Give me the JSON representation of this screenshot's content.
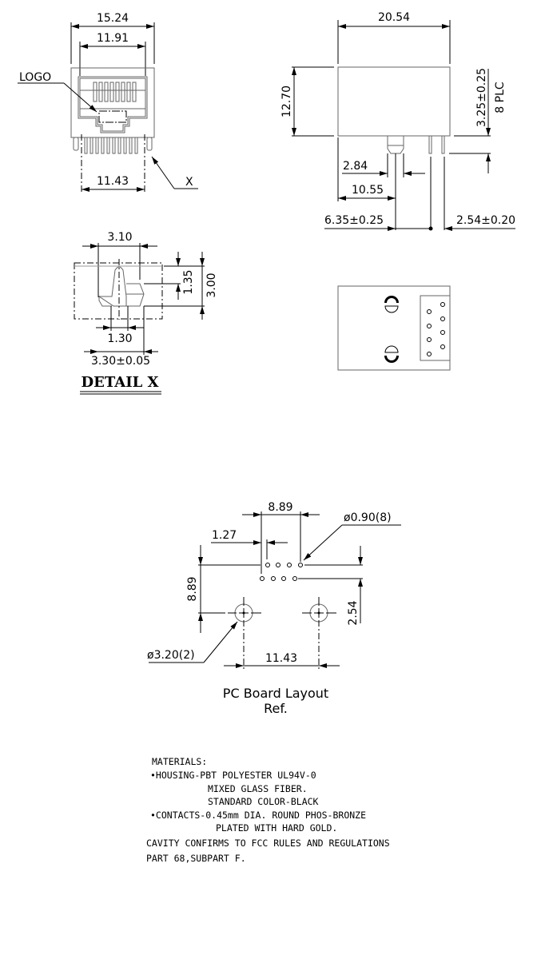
{
  "front_view": {
    "dim_overall_width": "15.24",
    "dim_opening_width": "11.91",
    "dim_pin_span": "11.43",
    "logo_label": "LOGO",
    "detail_callout": "X"
  },
  "side_view": {
    "dim_length": "20.54",
    "dim_height": "12.70",
    "dim_pin_length": "3.25±0.25",
    "dim_pin_length_note": "8 PLC",
    "dim_post_width": "2.84",
    "dim_post_offset": "10.55",
    "dim_post_to_pin": "6.35±0.25",
    "dim_pin_pitch": "2.54±0.20"
  },
  "detail_x": {
    "dim_top_width": "3.10",
    "dim_slot_height": "1.35",
    "dim_overall_height": "3.00",
    "dim_slot_width": "1.30",
    "dim_bottom_width": "3.30±0.05",
    "title": "DETAIL X"
  },
  "pcb_layout": {
    "dim_pin_row_span": "8.89",
    "dim_pin_stagger": "1.27",
    "dim_pin_hole": "ø0.90(8)",
    "dim_vertical_offset": "8.89",
    "dim_row_spacing": "2.54",
    "dim_post_hole": "ø3.20(2)",
    "dim_post_spacing": "11.43",
    "title_line1": "PC Board Layout",
    "title_line2": "Ref."
  },
  "notes": {
    "lines": [
      "MATERIALS:",
      "•HOUSING-PBT POLYESTER UL94V-0",
      "MIXED GLASS FIBER.",
      "STANDARD COLOR-BLACK",
      "•CONTACTS-0.45mm DIA. ROUND PHOS-BRONZE",
      "PLATED WITH HARD GOLD.",
      "CAVITY CONFIRMS TO FCC RULES AND REGULATIONS",
      "PART 68,SUBPART F."
    ]
  }
}
